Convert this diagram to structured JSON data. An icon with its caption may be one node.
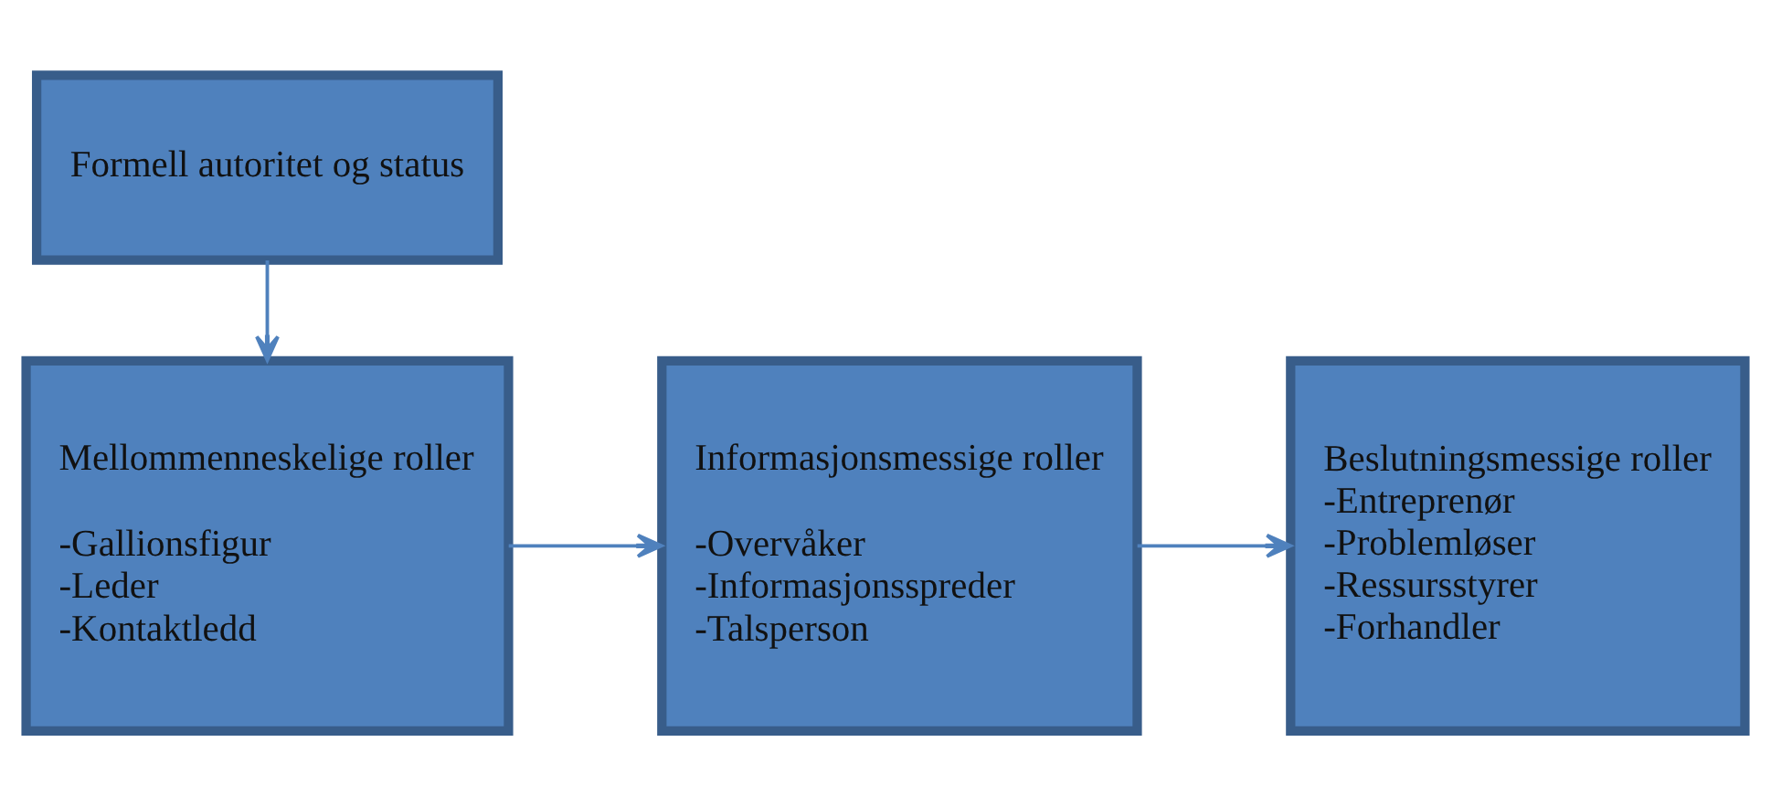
{
  "diagram": {
    "nodes": [
      {
        "text": [
          "Formell autoritet og status"
        ]
      },
      {
        "text": [
          "Mellommenneskelige roller",
          "-Gallionsfigur",
          "-Leder",
          "-Kontaktledd"
        ]
      },
      {
        "text": [
          "Informasjonsmessige roller",
          "-Overvåker",
          "-Informasjonsspreder",
          "-Talsperson"
        ]
      },
      {
        "text": [
          "Beslutningsmessige roller",
          "-Entreprenør",
          "-Problemløser",
          "-Ressursstyrer",
          "-Forhandler"
        ]
      }
    ],
    "edges": [
      {
        "from": 0,
        "to": 1,
        "arrow": "to"
      },
      {
        "from": 1,
        "to": 2,
        "arrow": "to"
      },
      {
        "from": 2,
        "to": 3,
        "arrow": "to"
      }
    ]
  }
}
